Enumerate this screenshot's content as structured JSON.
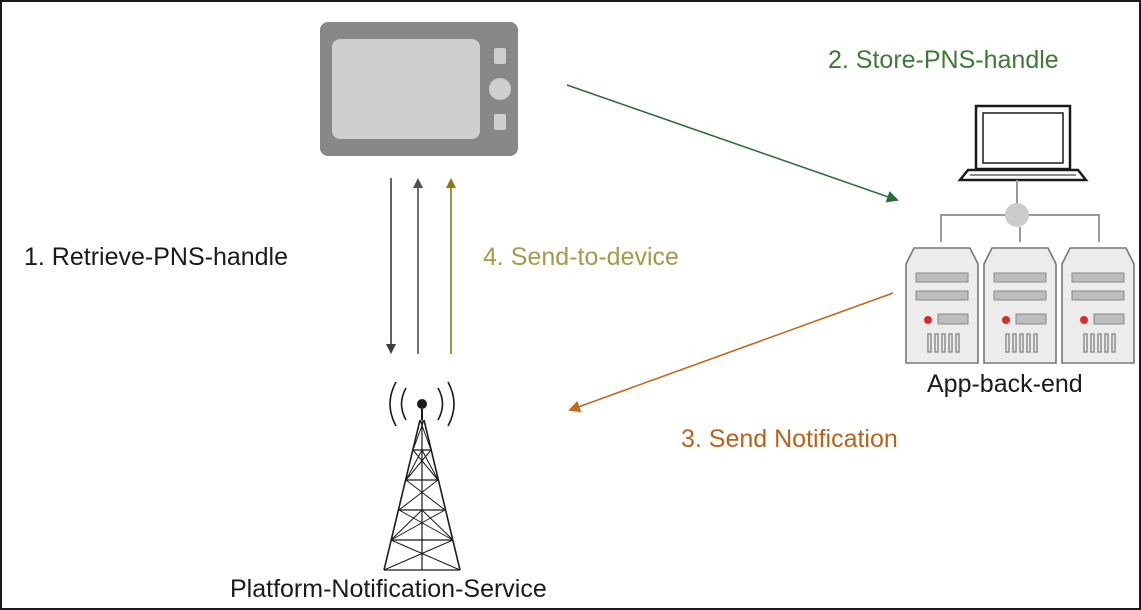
{
  "steps": {
    "retrieve": "1. Retrieve-PNS-handle",
    "store": "2. Store-PNS-handle",
    "send_notification": "3. Send Notification",
    "send_to_device": "4. Send-to-device"
  },
  "nodes": {
    "backend": "App-back-end",
    "pns": "Platform-Notification-Service",
    "device": "tablet-device",
    "laptop": "laptop",
    "servers": "server-rack",
    "tower": "radio-tower"
  },
  "colors": {
    "retrieve": "#1a1a1a",
    "store": "#3d7a35",
    "send_notification": "#b8621b",
    "send_to_device": "#a39a4a",
    "arrow_down": "#3a3f3a",
    "arrow_up_dark": "#4b5248",
    "arrow_up_olive": "#8a7a12",
    "arrow_store": "#2b6e3a",
    "arrow_notify": "#c06a1e",
    "device_body": "#888888",
    "device_screen": "#cfcfcf"
  }
}
